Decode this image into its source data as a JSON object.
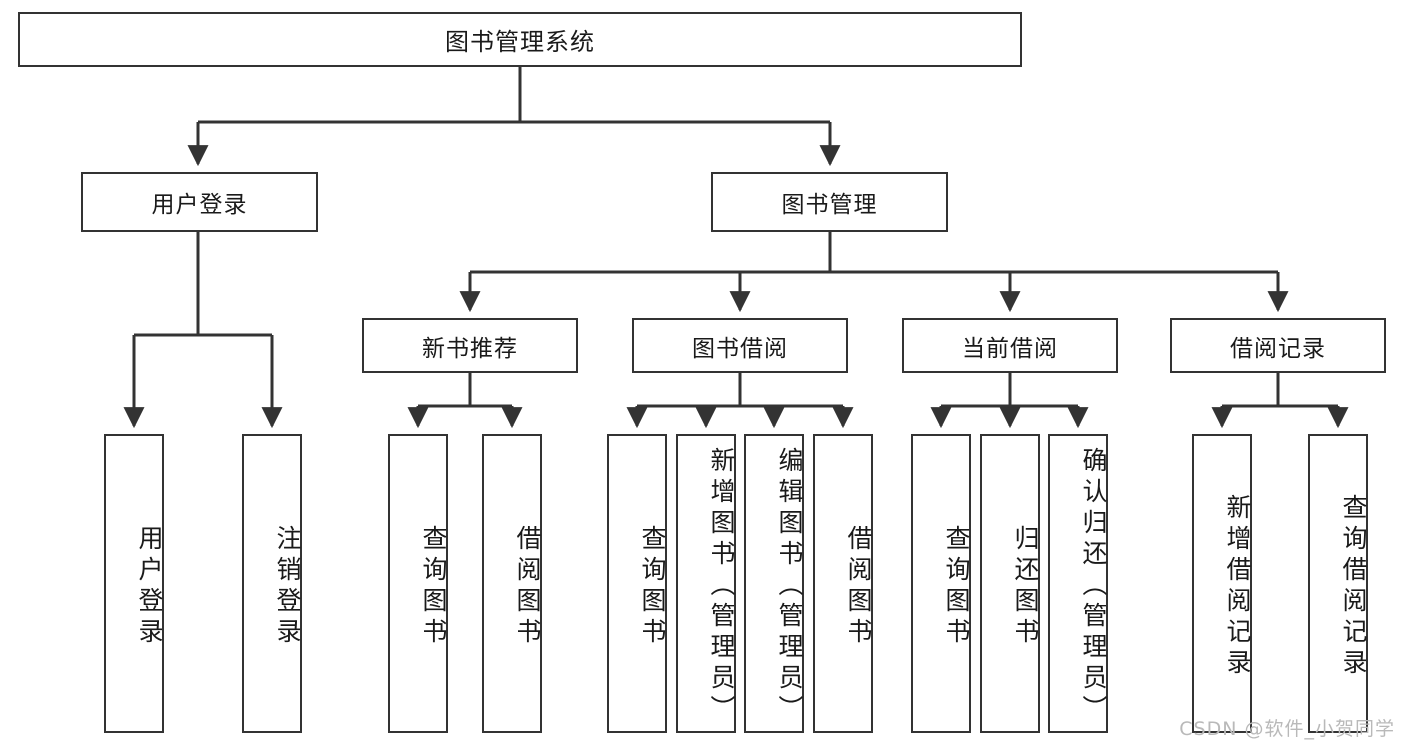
{
  "diagram": {
    "title": "图书管理系统",
    "type": "tree-hierarchy",
    "root": {
      "label": "图书管理系统"
    },
    "level1": [
      {
        "label": "用户登录"
      },
      {
        "label": "图书管理"
      }
    ],
    "level2": [
      {
        "label": "新书推荐"
      },
      {
        "label": "图书借阅"
      },
      {
        "label": "当前借阅"
      },
      {
        "label": "借阅记录"
      }
    ],
    "leaves": {
      "user_login": [
        {
          "label": "用户登录"
        },
        {
          "label": "注销登录"
        }
      ],
      "new_book_recommend": [
        {
          "label": "查询图书"
        },
        {
          "label": "借阅图书"
        }
      ],
      "book_borrow": [
        {
          "label": "查询图书"
        },
        {
          "label": "新增图书（管理员）"
        },
        {
          "label": "编辑图书（管理员）"
        },
        {
          "label": "借阅图书"
        }
      ],
      "current_borrow": [
        {
          "label": "查询图书"
        },
        {
          "label": "归还图书"
        },
        {
          "label": "确认归还（管理员）"
        }
      ],
      "borrow_record": [
        {
          "label": "新增借阅记录"
        },
        {
          "label": "查询借阅记录"
        }
      ]
    }
  },
  "watermark": {
    "text": "CSDN @软件_小贺同学"
  },
  "colors": {
    "stroke": "#333333",
    "box_fill": "#ffffff",
    "text": "#1a1a1a",
    "watermark": "#b9b9b9"
  }
}
